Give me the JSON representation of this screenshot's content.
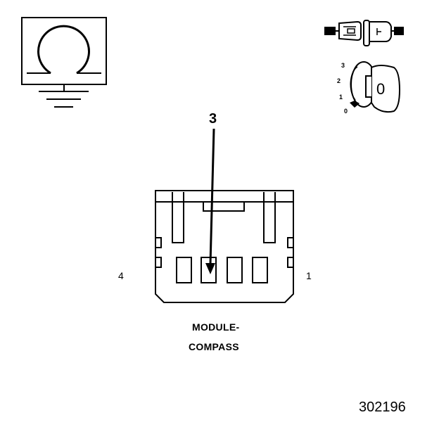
{
  "diagram": {
    "callout_label": "3",
    "pin_left_label": "4",
    "pin_right_label": "1",
    "component_line1": "MODULE-",
    "component_line2": "COMPASS",
    "figure_number": "302196",
    "ignition_key_label": "0",
    "ignition_positions": [
      "3",
      "2",
      "1",
      "0"
    ]
  },
  "icons": [
    "ground-symbol-icon",
    "inline-connector-icon",
    "ignition-key-icon",
    "connector-face-icon"
  ]
}
